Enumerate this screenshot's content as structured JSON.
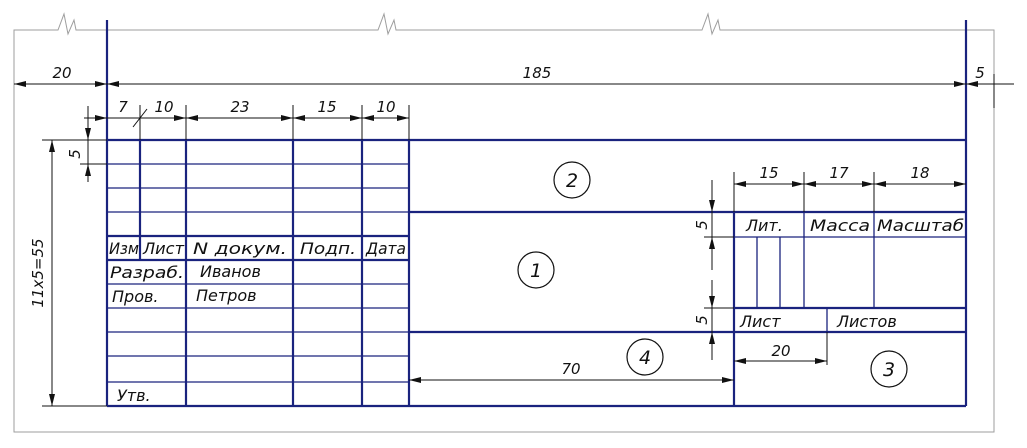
{
  "dimensions": {
    "left_margin": "20",
    "width_185": "185",
    "right_margin": "5",
    "col_7": "7",
    "col_10a": "10",
    "col_23": "23",
    "col_15": "15",
    "col_10b": "10",
    "row_5": "5",
    "height": "11x5=55",
    "lit_15": "15",
    "massa_17": "17",
    "scale_18": "18",
    "lit_row_5": "5",
    "list_row_5": "5",
    "width_70": "70",
    "list_20": "20"
  },
  "headers": {
    "izm": "Изм",
    "list": "Лист",
    "ndokum": "N докум.",
    "podp": "Подп.",
    "data": "Дата",
    "lit": "Лит.",
    "massa": "Масса",
    "masshtab": "Масштаб",
    "list_small": "Лист",
    "listov": "Листов"
  },
  "rows": {
    "razrab": "Разраб.",
    "razrab_name": "Иванов",
    "prov": "Пров.",
    "prov_name": "Петров",
    "utv": "Утв."
  },
  "fields": {
    "f1": "1",
    "f2": "2",
    "f3": "3",
    "f4": "4"
  }
}
